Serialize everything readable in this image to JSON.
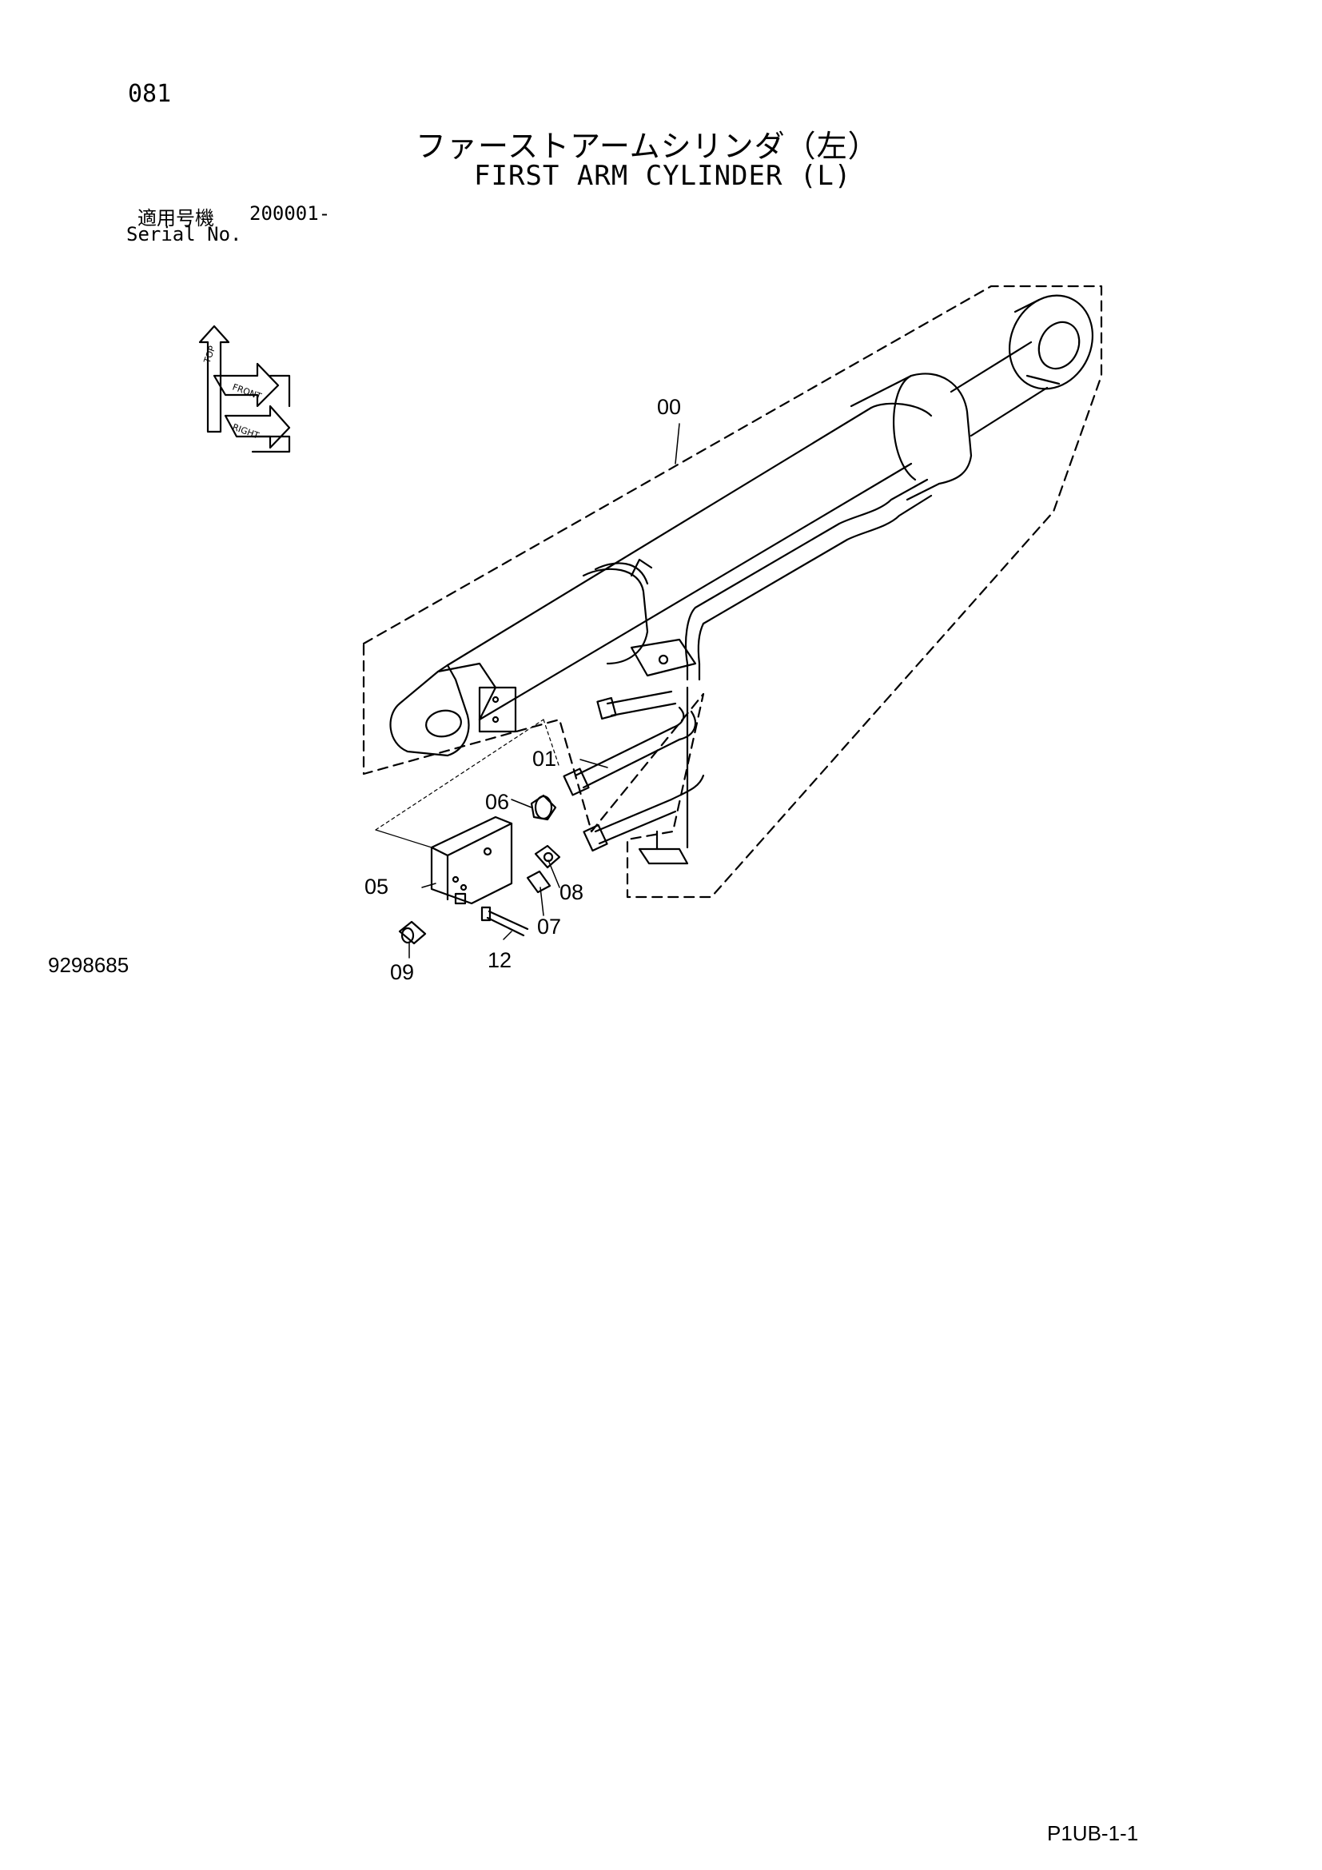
{
  "header": {
    "page_number": "081",
    "title_ja": "ファーストアームシリンダ（左）",
    "title_en": "FIRST ARM CYLINDER (L)"
  },
  "serial": {
    "label_ja": "適用号機",
    "value": "200001-",
    "label_en": "Serial No."
  },
  "orientation": {
    "top": "TOP",
    "front": "FRONT",
    "right": "RIGHT"
  },
  "callouts": [
    {
      "label": "00"
    },
    {
      "label": "01"
    },
    {
      "label": "06"
    },
    {
      "label": "05"
    },
    {
      "label": "08"
    },
    {
      "label": "07"
    },
    {
      "label": "09"
    },
    {
      "label": "12"
    }
  ],
  "footer": {
    "drawing_number": "9298685",
    "sheet_code": "P1UB-1-1"
  }
}
